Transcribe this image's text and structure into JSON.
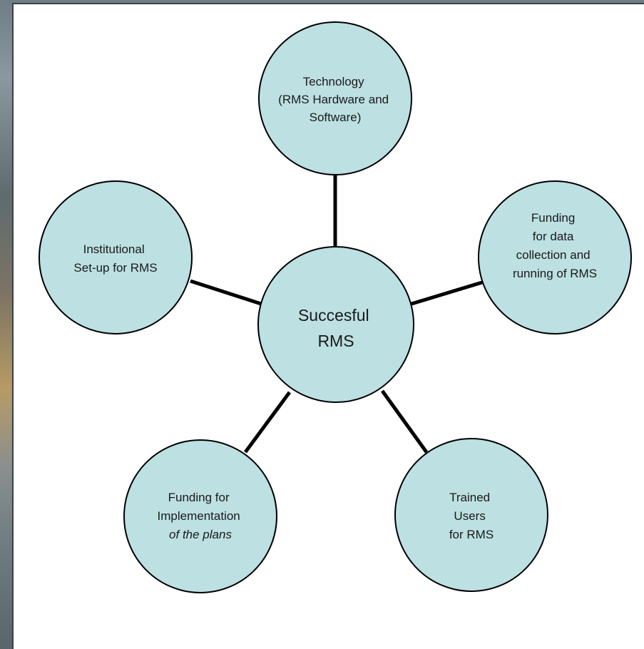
{
  "diagram": {
    "center": {
      "lines": [
        "Succesful",
        "RMS"
      ]
    },
    "nodes": [
      {
        "id": "technology",
        "lines": [
          "Technology",
          "(RMS Hardware and",
          "Software)"
        ]
      },
      {
        "id": "funding-data",
        "lines": [
          "Funding",
          "for data",
          "collection and",
          "running of RMS"
        ]
      },
      {
        "id": "trained-users",
        "lines": [
          "Trained",
          "Users",
          "for RMS"
        ]
      },
      {
        "id": "funding-implementation",
        "lines": [
          "Funding for",
          "Implementation",
          "of the plans"
        ]
      },
      {
        "id": "institutional",
        "lines": [
          "Institutional",
          "Set-up for RMS"
        ]
      }
    ],
    "colors": {
      "node_fill": "#bde0e2",
      "node_stroke": "#000000",
      "connector": "#000000",
      "panel_bg": "#ffffff"
    }
  }
}
